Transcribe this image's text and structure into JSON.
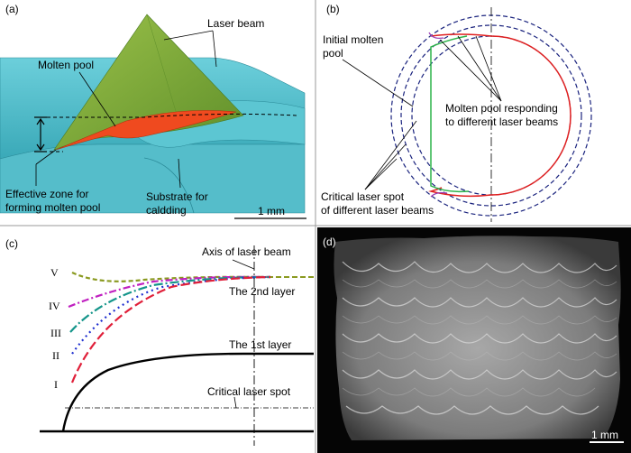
{
  "colors": {
    "substrate": "#58c3cf",
    "substrate_dark": "#3ea7b6",
    "cone_green": "#7fae3a",
    "cone_tip": "#d8c45a",
    "molten_pool": "#ef4a1f",
    "dashed_circle": "#1a237e",
    "red_curve": "#e02020",
    "green_curve": "#2db34a",
    "purple_curve": "#9b3fb5",
    "curve_I": "#e0203a",
    "curve_II": "#2030d0",
    "curve_III": "#14958a",
    "curve_IV": "#c020c0",
    "curve_V": "#8a9a20"
  },
  "panels": {
    "a": {
      "label": "(a)",
      "laser_beam": "Laser beam",
      "molten_pool": "Molten pool",
      "effective_zone_line1": "Effective zone for",
      "effective_zone_line2": "forming molten pool",
      "substrate_line1": "Substrate for",
      "substrate_line2": "caldding",
      "scale": "1 mm"
    },
    "b": {
      "label": "(b)",
      "initial_line1": "Initial molten",
      "initial_line2": "pool",
      "responding_line1": "Molten pool responding",
      "responding_line2": "to different laser beams",
      "critical_line1": "Critical laser spot",
      "critical_line2": "of different laser beams"
    },
    "c": {
      "label": "(c)",
      "axis_label": "Axis of laser beam",
      "second_layer": "The 2nd layer",
      "first_layer": "The 1st layer",
      "critical_spot": "Critical laser spot",
      "curves": [
        "V",
        "IV",
        "III",
        "II",
        "I"
      ]
    },
    "d": {
      "label": "(d)",
      "scale": "1 mm"
    }
  }
}
